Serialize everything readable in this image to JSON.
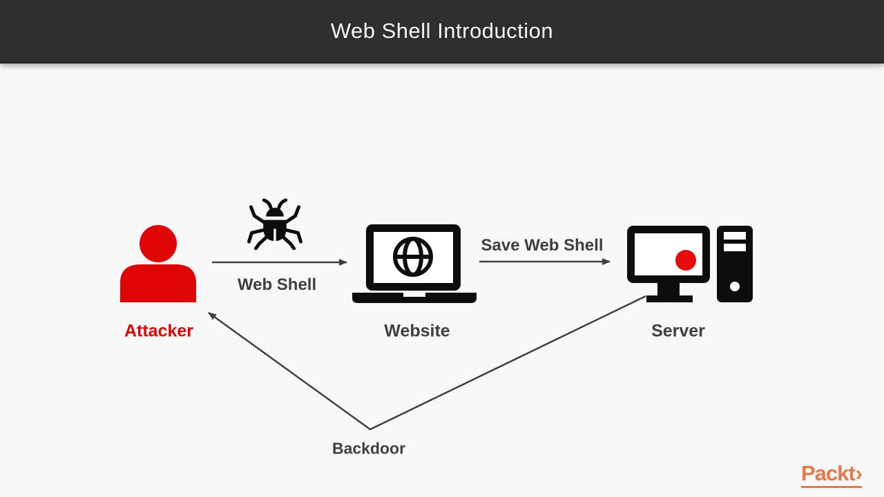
{
  "header": {
    "title": "Web Shell Introduction"
  },
  "diagram": {
    "nodes": {
      "attacker": {
        "label": "Attacker",
        "icon": "attacker-person-icon",
        "color": "#dd0505"
      },
      "website": {
        "label": "Website",
        "icon": "laptop-globe-icon",
        "color": "#0d0d0d"
      },
      "server": {
        "label": "Server",
        "icon": "desktop-tower-icon",
        "color": "#0d0d0d"
      }
    },
    "edges": {
      "attacker_to_website": {
        "label": "Web Shell",
        "icon": "bug-icon",
        "direction": "attacker → website"
      },
      "website_to_server": {
        "label": "Save Web Shell",
        "direction": "website → server"
      },
      "server_to_attacker": {
        "label": "Backdoor",
        "direction": "server → attacker"
      }
    }
  },
  "footer": {
    "logo": {
      "text": "Packt",
      "chevron": "›"
    }
  },
  "colors": {
    "header_bg": "#2e2e2e",
    "header_text": "#f7f7f7",
    "page_bg": "#f8f8f8",
    "accent_red": "#dd0505",
    "icon_black": "#0d0d0d",
    "text_dark": "#3f3f3f",
    "arrow": "#3f3f3f",
    "packt_orange": "#e5794a"
  }
}
